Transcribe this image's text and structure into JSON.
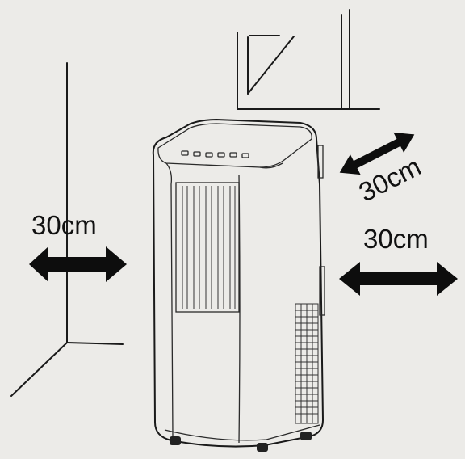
{
  "diagram": {
    "labels": {
      "left": "30cm",
      "back": "30cm",
      "right": "30cm"
    },
    "colors": {
      "background": "#ecebe8",
      "ink": "#111111"
    }
  }
}
